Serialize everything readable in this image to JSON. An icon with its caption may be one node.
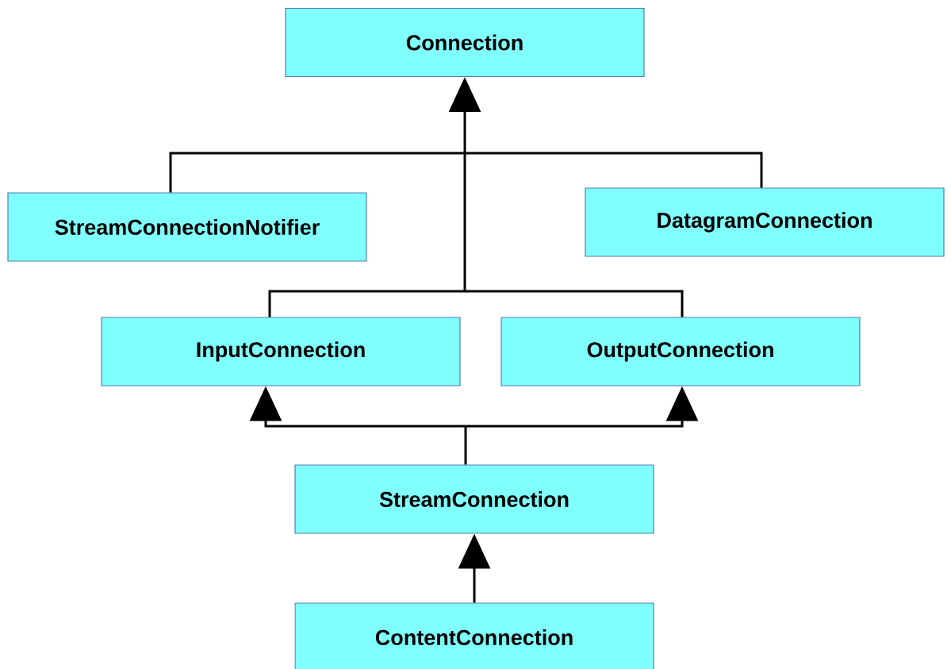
{
  "diagram": {
    "nodes": [
      {
        "text": [
          "Connection"
        ]
      },
      {
        "text": [
          "StreamConnectionNotifier"
        ]
      },
      {
        "text": [
          "DatagramConnection"
        ]
      },
      {
        "text": [
          "InputConnection"
        ]
      },
      {
        "text": [
          "OutputConnection"
        ]
      },
      {
        "text": [
          "StreamConnection"
        ]
      },
      {
        "text": [
          "ContentConnection"
        ]
      }
    ],
    "edges": [
      {
        "from": 1,
        "to": 0,
        "arrow": "to"
      },
      {
        "from": 2,
        "to": 0,
        "arrow": "to"
      },
      {
        "from": 3,
        "to": 0,
        "arrow": "to"
      },
      {
        "from": 4,
        "to": 0,
        "arrow": "to"
      },
      {
        "from": 5,
        "to": 3,
        "arrow": "to"
      },
      {
        "from": 5,
        "to": 4,
        "arrow": "to"
      },
      {
        "from": 6,
        "to": 5,
        "arrow": "to"
      }
    ]
  }
}
